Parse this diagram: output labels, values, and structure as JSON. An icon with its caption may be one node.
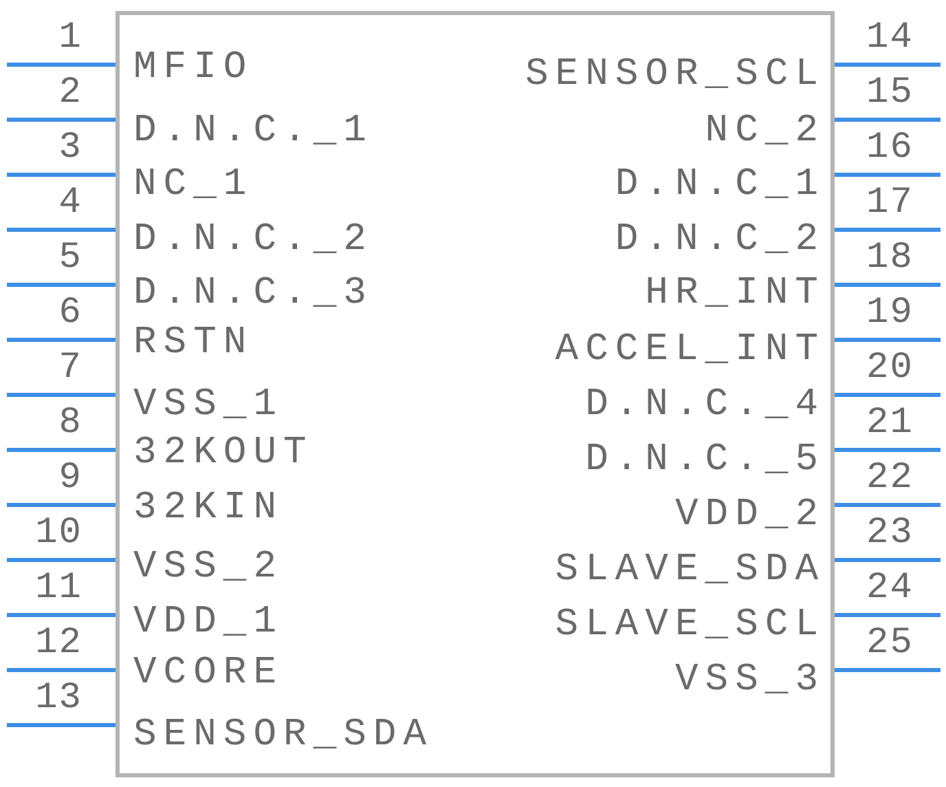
{
  "diagram": {
    "nodes": [
      {
        "text": [],
        "shape": "box"
      },
      {
        "text": [
          "MFIO"
        ],
        "in": 0,
        "beside": [
          "1"
        ]
      },
      {
        "text": [
          "D.N.C._1"
        ],
        "in": 0,
        "beside": [
          "2"
        ]
      },
      {
        "text": [
          "NC_1"
        ],
        "in": 0,
        "beside": [
          "3"
        ]
      },
      {
        "text": [
          "D.N.C._2"
        ],
        "in": 0,
        "beside": [
          "4"
        ]
      },
      {
        "text": [
          "D.N.C._3"
        ],
        "in": 0,
        "beside": [
          "5"
        ]
      },
      {
        "text": [
          "RSTN"
        ],
        "in": 0,
        "beside": [
          "6"
        ]
      },
      {
        "text": [
          "VSS_1"
        ],
        "in": 0,
        "beside": [
          "7"
        ]
      },
      {
        "text": [
          "32KOUT"
        ],
        "in": 0,
        "beside": [
          "8"
        ]
      },
      {
        "text": [
          "32KIN"
        ],
        "in": 0,
        "beside": [
          "9"
        ]
      },
      {
        "text": [
          "VSS_2"
        ],
        "in": 0,
        "beside": [
          "10"
        ]
      },
      {
        "text": [
          "VDD_1"
        ],
        "in": 0,
        "beside": [
          "11"
        ]
      },
      {
        "text": [
          "VCORE"
        ],
        "in": 0,
        "beside": [
          "12"
        ]
      },
      {
        "text": [
          "SENSOR_SDA"
        ],
        "in": 0,
        "beside": [
          "13"
        ]
      },
      {
        "text": [
          "SENSOR_SCL"
        ],
        "in": 0,
        "beside": [
          "14"
        ]
      },
      {
        "text": [
          "NC_2"
        ],
        "in": 0,
        "beside": [
          "15"
        ]
      },
      {
        "text": [
          "D.N.C_1"
        ],
        "in": 0,
        "beside": [
          "16"
        ]
      },
      {
        "text": [
          "D.N.C_2"
        ],
        "in": 0,
        "beside": [
          "17"
        ]
      },
      {
        "text": [
          "HR_INT"
        ],
        "in": 0,
        "beside": [
          "18"
        ]
      },
      {
        "text": [
          "ACCEL_INT"
        ],
        "in": 0,
        "beside": [
          "19"
        ]
      },
      {
        "text": [
          "D.N.C._4"
        ],
        "in": 0,
        "beside": [
          "20"
        ]
      },
      {
        "text": [
          "D.N.C._5"
        ],
        "in": 0,
        "beside": [
          "21"
        ]
      },
      {
        "text": [
          "VDD_2"
        ],
        "in": 0,
        "beside": [
          "22"
        ]
      },
      {
        "text": [
          "SLAVE_SDA"
        ],
        "in": 0,
        "beside": [
          "23"
        ]
      },
      {
        "text": [
          "SLAVE_SCL"
        ],
        "in": 0,
        "beside": [
          "24"
        ]
      },
      {
        "text": [
          "VSS_3"
        ],
        "in": 0,
        "beside": [
          "25"
        ]
      }
    ]
  }
}
